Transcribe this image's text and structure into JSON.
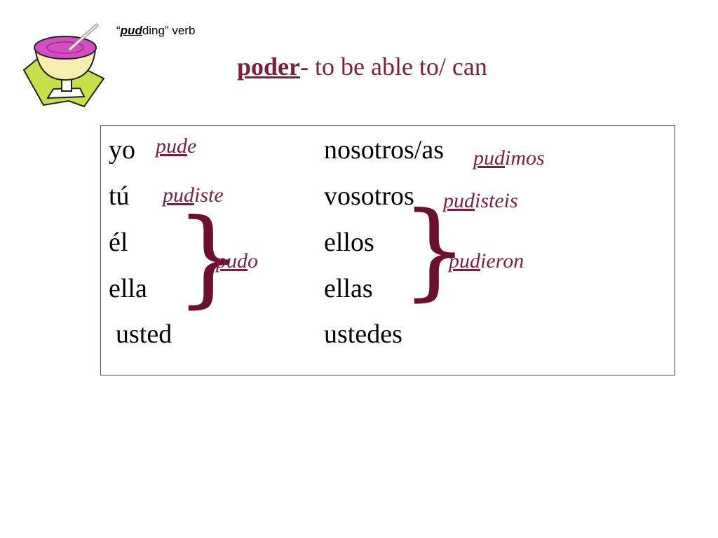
{
  "caption": {
    "open_quote": "“",
    "stem": "pud",
    "rest": "ding",
    "close": "” verb"
  },
  "title": {
    "verb": "poder",
    "meaning": "- to be able to/ can"
  },
  "singular": {
    "pronouns": [
      "yo",
      "tú",
      "él",
      "ella",
      "usted"
    ],
    "forms": {
      "yo": {
        "stem": "pud",
        "ending": "e"
      },
      "tu": {
        "stem": "pud",
        "ending": "iste"
      },
      "third": {
        "stem": "pud",
        "ending": "o"
      }
    }
  },
  "plural": {
    "pronouns": [
      "nosotros/as",
      "vosotros",
      "ellos",
      "ellas",
      "ustedes"
    ],
    "forms": {
      "nosotros": {
        "stem": "pud",
        "ending": "imos"
      },
      "vosotros": {
        "stem": "pud",
        "ending": "isteis"
      },
      "third": {
        "stem": "pud",
        "ending": "ieron"
      }
    }
  },
  "braces": {
    "glyph": "}"
  },
  "colors": {
    "accent": "#7a1f3d",
    "brace": "#6b1030",
    "bowl": "#d34fc0",
    "napkin": "#c6e04a"
  }
}
